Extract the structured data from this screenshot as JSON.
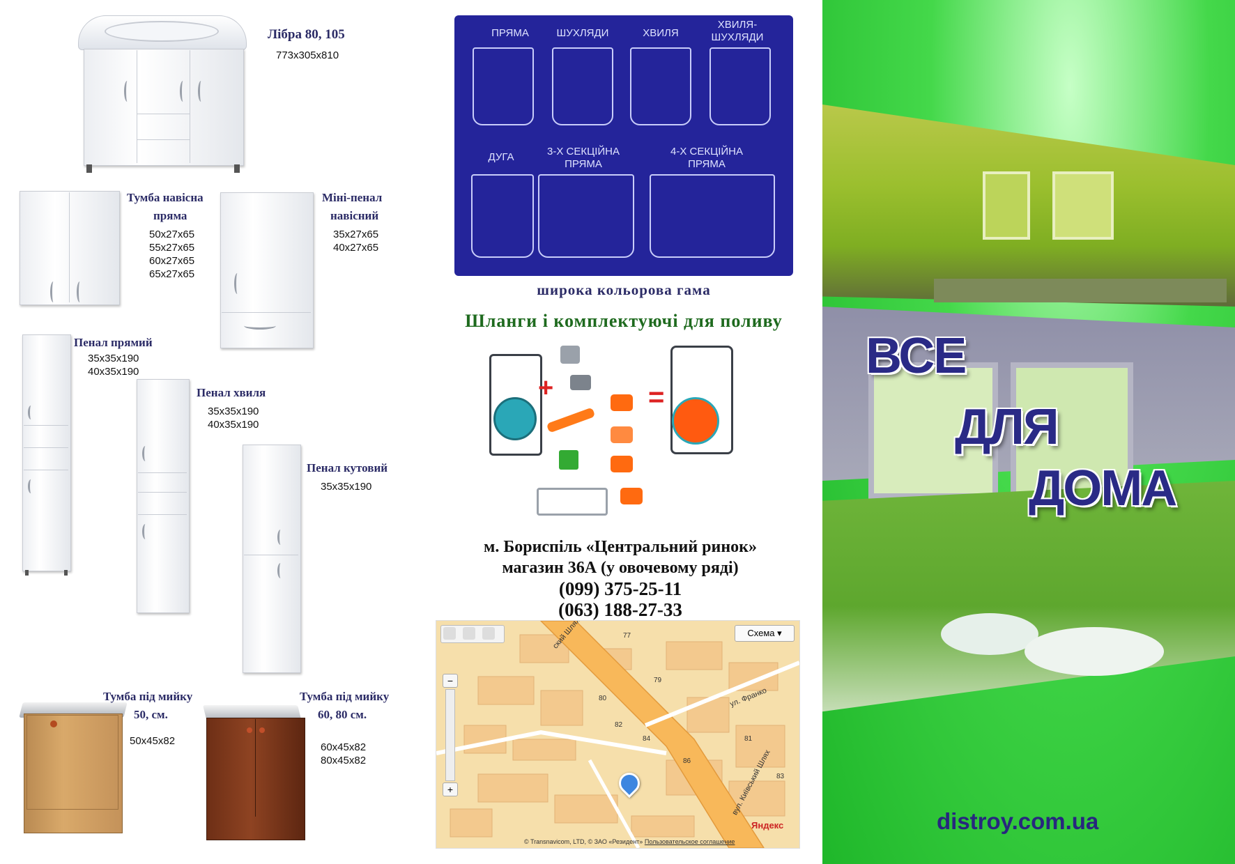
{
  "products": {
    "libra": {
      "name": "Лібра 80, 105",
      "dims": [
        "773x305x810"
      ]
    },
    "tumba_navisna": {
      "name_line1": "Тумба навісна",
      "name_line2": "пряма",
      "dims": [
        "50x27x65",
        "55x27x65",
        "60x27x65",
        "65x27x65"
      ]
    },
    "mini_penal": {
      "name_line1": "Міні-пенал",
      "name_line2": "навісний",
      "dims": [
        "35x27x65",
        "40x27x65"
      ]
    },
    "penal_pryamyi": {
      "name": "Пенал прямий",
      "dims": [
        "35x35x190",
        "40x35x190"
      ]
    },
    "penal_khvylia": {
      "name": "Пенал хвиля",
      "dims": [
        "35x35x190",
        "40x35x190"
      ]
    },
    "penal_kutovyi": {
      "name": "Пенал кутовий",
      "dims": [
        "35x35x190"
      ]
    },
    "tumba_50": {
      "name_line1": "Тумба під мийку",
      "name_line2": "50, см.",
      "dims": [
        "50x45x82"
      ]
    },
    "tumba_60_80": {
      "name_line1": "Тумба під мийку",
      "name_line2": "60, 80 см.",
      "dims": [
        "60x45x82",
        "80x45x82"
      ]
    }
  },
  "types_panel": {
    "pryama": "ПРЯМА",
    "shukhliady": "ШУХЛЯДИ",
    "khvylia": "ХВИЛЯ",
    "khvylia_shukhliady_1": "ХВИЛЯ-",
    "khvylia_shukhliady_2": "ШУХЛЯДИ",
    "duha": "ДУГА",
    "three_section_1": "3-Х СЕКЦІЙНА",
    "three_section_2": "ПРЯМА",
    "four_section_1": "4-Х СЕКЦІЙНА",
    "four_section_2": "ПРЯМА"
  },
  "color_range": "широка кольорова гама",
  "hoses_title": "Шланги і комплектуючі для поливу",
  "address": {
    "line1": "м. Бориспіль «Центральний ринок»",
    "line2": "магазин 36А (у овочевому ряді)",
    "phone1": "(099) 375-25-11",
    "phone2": "(063) 188-27-33"
  },
  "map": {
    "scheme_button": "Схема",
    "street_top": "ский Шлях",
    "street_franko": "ул. Франко",
    "street_kyivskyi": "вул. Київський Шлях",
    "house_numbers": [
      "77",
      "79",
      "80",
      "82",
      "84",
      "86",
      "81",
      "83"
    ],
    "watermark": "Яндекс",
    "copyright": "© Transnavicom, LTD, © ЗАО «Резидент»",
    "agreement": "Пользовательское соглашение",
    "zoom_minus": "−",
    "zoom_plus": "+"
  },
  "cover": {
    "word1": "ВСЕ",
    "word2": "ДЛЯ",
    "word3": "ДОМА",
    "website": "distroy.com.ua"
  },
  "colors": {
    "green_panel": "#2ecf3c",
    "blue_panel": "#24249a",
    "label_text": "#2b2b66",
    "hoses_title": "#1e6a1e",
    "website": "#27277e"
  }
}
